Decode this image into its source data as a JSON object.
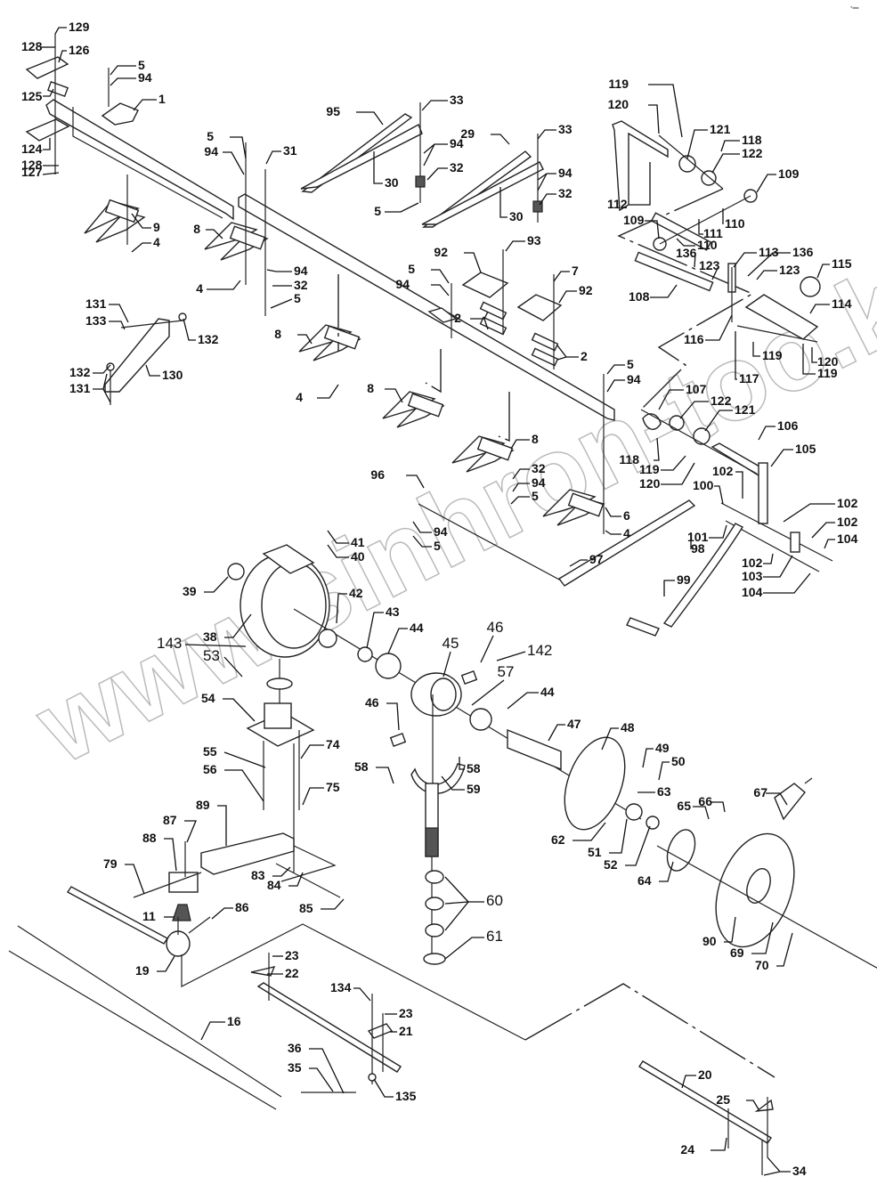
{
  "diagram": {
    "title": "",
    "watermark": "www.sinhron-too.kz",
    "corner_mark": "▪▬",
    "groups": {
      "cutter_bar_guards": [
        "129",
        "128",
        "126",
        "125",
        "124",
        "128",
        "127",
        "5",
        "94",
        "1",
        "9",
        "4",
        "8",
        "5",
        "94",
        "31",
        "4",
        "94",
        "32",
        "5",
        "8",
        "4",
        "8",
        "96",
        "94",
        "5",
        "8",
        "32",
        "94",
        "5",
        "6",
        "4",
        "5",
        "94",
        "2",
        "2",
        "7",
        "92",
        "92",
        "93",
        "5",
        "94"
      ],
      "crop_dividers": [
        "95",
        "33",
        "94",
        "32",
        "30",
        "5",
        "29",
        "33",
        "94",
        "32",
        "30"
      ],
      "reel_lift_linkage": [
        "119",
        "120",
        "121",
        "118",
        "122",
        "112",
        "109",
        "110",
        "111",
        "110",
        "109",
        "136",
        "123",
        "108",
        "113",
        "136",
        "123",
        "115",
        "114",
        "116",
        "119",
        "117",
        "120",
        "119"
      ],
      "hold_down_bracket": [
        "131",
        "133",
        "132",
        "132",
        "131",
        "130"
      ],
      "pitman_frame": [
        "107",
        "122",
        "121",
        "118",
        "119",
        "120",
        "106",
        "105",
        "102",
        "100",
        "101",
        "98",
        "102",
        "102",
        "104",
        "102",
        "103",
        "104",
        "99",
        "97"
      ],
      "gearbox": [
        "41",
        "40",
        "39",
        "38",
        "143",
        "53",
        "54",
        "42",
        "43",
        "44",
        "45",
        "46",
        "142",
        "57",
        "46",
        "44",
        "55",
        "56",
        "74",
        "75"
      ],
      "drive_shaft": [
        "47",
        "48",
        "49",
        "50",
        "63",
        "62",
        "51",
        "52",
        "65",
        "66",
        "64",
        "67",
        "90",
        "69",
        "70"
      ],
      "wobble_arm": [
        "58",
        "58",
        "59",
        "60",
        "61"
      ],
      "knife_drive_arm": [
        "89",
        "87",
        "88",
        "79",
        "83",
        "84",
        "85",
        "11",
        "86",
        "19"
      ],
      "knife_sections": [
        "16",
        "23",
        "22",
        "134",
        "23",
        "21",
        "36",
        "35",
        "135",
        "20",
        "25",
        "24",
        "34"
      ]
    },
    "callouts": [
      {
        "id": "c129",
        "num": "129"
      },
      {
        "id": "c128a",
        "num": "128"
      },
      {
        "id": "c126",
        "num": "126"
      },
      {
        "id": "c125",
        "num": "125"
      },
      {
        "id": "c124",
        "num": "124"
      },
      {
        "id": "c128b",
        "num": "128"
      },
      {
        "id": "c127",
        "num": "127"
      },
      {
        "id": "c5a",
        "num": "5"
      },
      {
        "id": "c94a",
        "num": "94"
      },
      {
        "id": "c1",
        "num": "1"
      },
      {
        "id": "c9",
        "num": "9"
      },
      {
        "id": "c4a",
        "num": "4"
      },
      {
        "id": "c5b",
        "num": "5"
      },
      {
        "id": "c94b",
        "num": "94"
      },
      {
        "id": "c31",
        "num": "31"
      },
      {
        "id": "c8a",
        "num": "8"
      },
      {
        "id": "c4b",
        "num": "4"
      },
      {
        "id": "c94c",
        "num": "94"
      },
      {
        "id": "c32a",
        "num": "32"
      },
      {
        "id": "c5c",
        "num": "5"
      },
      {
        "id": "c95",
        "num": "95"
      },
      {
        "id": "c33a",
        "num": "33"
      },
      {
        "id": "c94d",
        "num": "94"
      },
      {
        "id": "c32b",
        "num": "32"
      },
      {
        "id": "c30a",
        "num": "30"
      },
      {
        "id": "c5d",
        "num": "5"
      },
      {
        "id": "c29",
        "num": "29"
      },
      {
        "id": "c33b",
        "num": "33"
      },
      {
        "id": "c94e",
        "num": "94"
      },
      {
        "id": "c32c",
        "num": "32"
      },
      {
        "id": "c30b",
        "num": "30"
      },
      {
        "id": "c92a",
        "num": "92"
      },
      {
        "id": "c93",
        "num": "93"
      },
      {
        "id": "c7",
        "num": "7"
      },
      {
        "id": "c92b",
        "num": "92"
      },
      {
        "id": "c5e",
        "num": "5"
      },
      {
        "id": "c94f",
        "num": "94"
      },
      {
        "id": "c2a",
        "num": "2"
      },
      {
        "id": "c2b",
        "num": "2"
      },
      {
        "id": "c119a",
        "num": "119"
      },
      {
        "id": "c120a",
        "num": "120"
      },
      {
        "id": "c121a",
        "num": "121"
      },
      {
        "id": "c118a",
        "num": "118"
      },
      {
        "id": "c122a",
        "num": "122"
      },
      {
        "id": "c112",
        "num": "112"
      },
      {
        "id": "c109a",
        "num": "109"
      },
      {
        "id": "c110a",
        "num": "110"
      },
      {
        "id": "c111",
        "num": "111"
      },
      {
        "id": "c109b",
        "num": "109"
      },
      {
        "id": "c110b",
        "num": "110"
      },
      {
        "id": "c136a",
        "num": "136"
      },
      {
        "id": "c123a",
        "num": "123"
      },
      {
        "id": "c113",
        "num": "113"
      },
      {
        "id": "c136b",
        "num": "136"
      },
      {
        "id": "c123b",
        "num": "123"
      },
      {
        "id": "c115",
        "num": "115"
      },
      {
        "id": "c108",
        "num": "108"
      },
      {
        "id": "c114",
        "num": "114"
      },
      {
        "id": "c116",
        "num": "116"
      },
      {
        "id": "c119b",
        "num": "119"
      },
      {
        "id": "c117",
        "num": "117"
      },
      {
        "id": "c120b",
        "num": "120"
      },
      {
        "id": "c119c",
        "num": "119"
      },
      {
        "id": "c131a",
        "num": "131"
      },
      {
        "id": "c133",
        "num": "133"
      },
      {
        "id": "c132a",
        "num": "132"
      },
      {
        "id": "c132b",
        "num": "132"
      },
      {
        "id": "c131b",
        "num": "131"
      },
      {
        "id": "c130",
        "num": "130"
      },
      {
        "id": "c8b",
        "num": "8"
      },
      {
        "id": "c4c",
        "num": "4"
      },
      {
        "id": "c8c",
        "num": "8"
      },
      {
        "id": "c5f",
        "num": "5"
      },
      {
        "id": "c94g",
        "num": "94"
      },
      {
        "id": "c107",
        "num": "107"
      },
      {
        "id": "c122b",
        "num": "122"
      },
      {
        "id": "c121b",
        "num": "121"
      },
      {
        "id": "c106",
        "num": "106"
      },
      {
        "id": "c118b",
        "num": "118"
      },
      {
        "id": "c119d",
        "num": "119"
      },
      {
        "id": "c120c",
        "num": "120"
      },
      {
        "id": "c105",
        "num": "105"
      },
      {
        "id": "c102a",
        "num": "102"
      },
      {
        "id": "c100",
        "num": "100"
      },
      {
        "id": "c102b",
        "num": "102"
      },
      {
        "id": "c102c",
        "num": "102"
      },
      {
        "id": "c104a",
        "num": "104"
      },
      {
        "id": "c101",
        "num": "101"
      },
      {
        "id": "c98",
        "num": "98"
      },
      {
        "id": "c102d",
        "num": "102"
      },
      {
        "id": "c103",
        "num": "103"
      },
      {
        "id": "c104b",
        "num": "104"
      },
      {
        "id": "c8d",
        "num": "8"
      },
      {
        "id": "c96",
        "num": "96"
      },
      {
        "id": "c32d",
        "num": "32"
      },
      {
        "id": "c94h",
        "num": "94"
      },
      {
        "id": "c5g",
        "num": "5"
      },
      {
        "id": "c94i",
        "num": "94"
      },
      {
        "id": "c5h",
        "num": "5"
      },
      {
        "id": "c6",
        "num": "6"
      },
      {
        "id": "c4d",
        "num": "4"
      },
      {
        "id": "c97",
        "num": "97"
      },
      {
        "id": "c99",
        "num": "99"
      },
      {
        "id": "c41",
        "num": "41"
      },
      {
        "id": "c40",
        "num": "40"
      },
      {
        "id": "c39",
        "num": "39"
      },
      {
        "id": "c38",
        "num": "38"
      },
      {
        "id": "c42",
        "num": "42"
      },
      {
        "id": "c43",
        "num": "43"
      },
      {
        "id": "c44a",
        "num": "44"
      },
      {
        "id": "c143",
        "num": "143"
      },
      {
        "id": "c53",
        "num": "53"
      },
      {
        "id": "c45",
        "num": "45"
      },
      {
        "id": "c46a",
        "num": "46"
      },
      {
        "id": "c142",
        "num": "142"
      },
      {
        "id": "c57",
        "num": "57"
      },
      {
        "id": "c46b",
        "num": "46"
      },
      {
        "id": "c44b",
        "num": "44"
      },
      {
        "id": "c54",
        "num": "54"
      },
      {
        "id": "c47",
        "num": "47"
      },
      {
        "id": "c48",
        "num": "48"
      },
      {
        "id": "c49",
        "num": "49"
      },
      {
        "id": "c50",
        "num": "50"
      },
      {
        "id": "c55",
        "num": "55"
      },
      {
        "id": "c74",
        "num": "74"
      },
      {
        "id": "c56",
        "num": "56"
      },
      {
        "id": "c75",
        "num": "75"
      },
      {
        "id": "c58a",
        "num": "58"
      },
      {
        "id": "c58b",
        "num": "58"
      },
      {
        "id": "c59",
        "num": "59"
      },
      {
        "id": "c63",
        "num": "63"
      },
      {
        "id": "c67",
        "num": "67"
      },
      {
        "id": "c66",
        "num": "66"
      },
      {
        "id": "c65",
        "num": "65"
      },
      {
        "id": "c62",
        "num": "62"
      },
      {
        "id": "c51",
        "num": "51"
      },
      {
        "id": "c52",
        "num": "52"
      },
      {
        "id": "c64",
        "num": "64"
      },
      {
        "id": "c90",
        "num": "90"
      },
      {
        "id": "c69",
        "num": "69"
      },
      {
        "id": "c70",
        "num": "70"
      },
      {
        "id": "c87",
        "num": "87"
      },
      {
        "id": "c89",
        "num": "89"
      },
      {
        "id": "c88",
        "num": "88"
      },
      {
        "id": "c79",
        "num": "79"
      },
      {
        "id": "c83",
        "num": "83"
      },
      {
        "id": "c84",
        "num": "84"
      },
      {
        "id": "c85",
        "num": "85"
      },
      {
        "id": "c11",
        "num": "11"
      },
      {
        "id": "c86",
        "num": "86"
      },
      {
        "id": "c19",
        "num": "19"
      },
      {
        "id": "c60",
        "num": "60"
      },
      {
        "id": "c61",
        "num": "61"
      },
      {
        "id": "c23a",
        "num": "23"
      },
      {
        "id": "c22",
        "num": "22"
      },
      {
        "id": "c134",
        "num": "134"
      },
      {
        "id": "c23b",
        "num": "23"
      },
      {
        "id": "c21",
        "num": "21"
      },
      {
        "id": "c16",
        "num": "16"
      },
      {
        "id": "c36",
        "num": "36"
      },
      {
        "id": "c35",
        "num": "35"
      },
      {
        "id": "c135",
        "num": "135"
      },
      {
        "id": "c20",
        "num": "20"
      },
      {
        "id": "c25",
        "num": "25"
      },
      {
        "id": "c24",
        "num": "24"
      },
      {
        "id": "c34",
        "num": "34"
      }
    ]
  }
}
